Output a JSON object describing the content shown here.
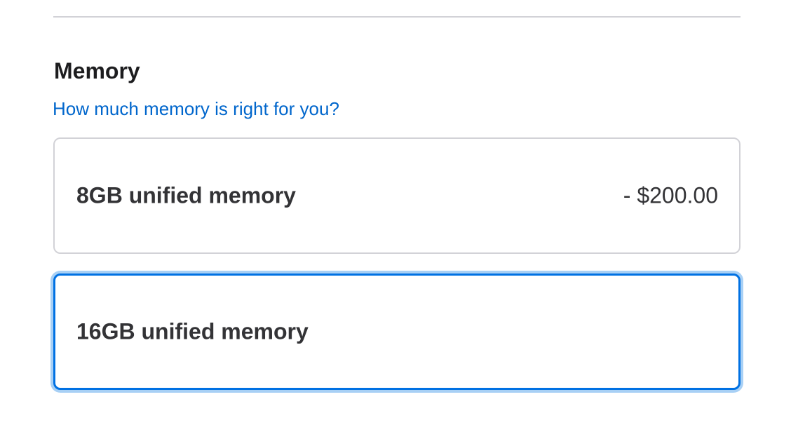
{
  "memory": {
    "title": "Memory",
    "help_link": "How much memory is right for you?",
    "options": [
      {
        "label": "8GB unified memory",
        "price": "- $200.00",
        "selected": false
      },
      {
        "label": "16GB unified memory",
        "price": "",
        "selected": true
      }
    ]
  },
  "colors": {
    "link": "#0066cc",
    "selected_border": "#0071e3",
    "selected_glow": "#a8d0f5",
    "default_border": "#d2d2d7",
    "text": "#1d1d1f"
  }
}
